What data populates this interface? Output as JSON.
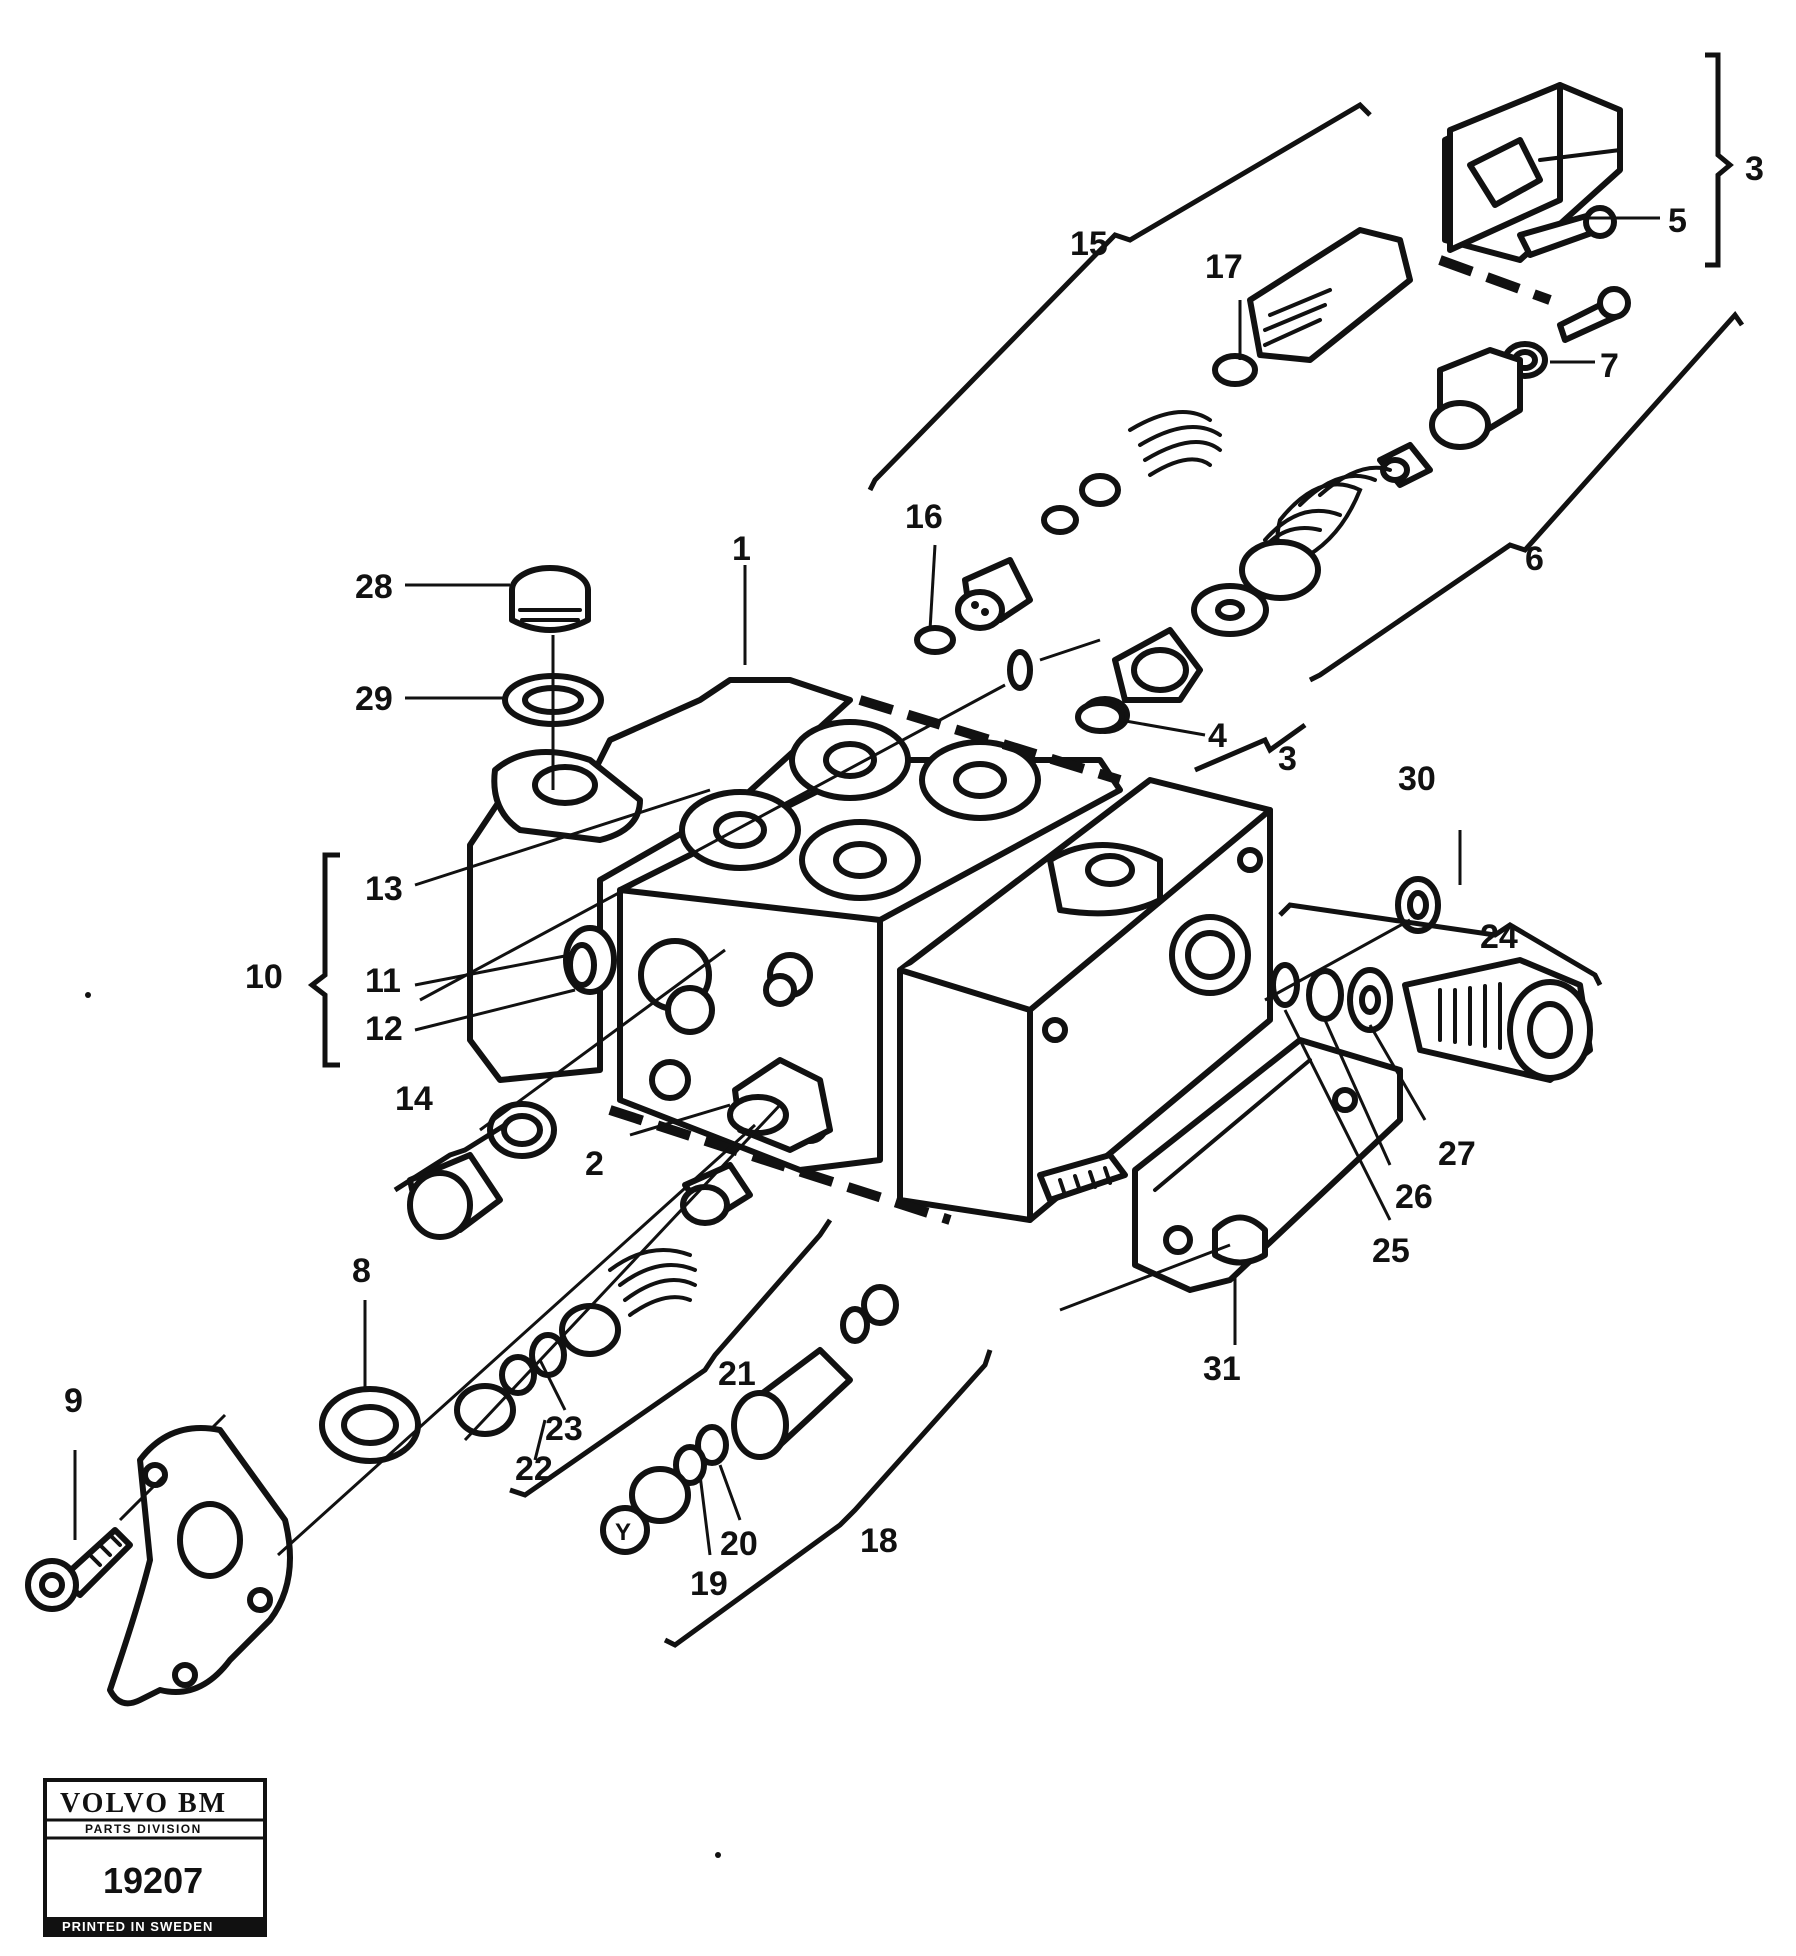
{
  "callouts": {
    "c1": "1",
    "c2": "2",
    "c3a": "3",
    "c3b": "3",
    "c4": "4",
    "c5": "5",
    "c6": "6",
    "c7": "7",
    "c8": "8",
    "c9": "9",
    "c10": "10",
    "c11": "11",
    "c12": "12",
    "c13": "13",
    "c14": "14",
    "c15": "15",
    "c16": "16",
    "c17": "17",
    "c18": "18",
    "c19": "19",
    "c20": "20",
    "c21": "21",
    "c22": "22",
    "c23": "23",
    "c24": "24",
    "c25": "25",
    "c26": "26",
    "c27": "27",
    "c28": "28",
    "c29": "29",
    "c30": "30",
    "c31": "31",
    "y_marker": "Y"
  },
  "stamp": {
    "brand": "VOLVO BM",
    "division": "PARTS DIVISION",
    "number": "19207",
    "footer": "PRINTED IN SWEDEN"
  }
}
